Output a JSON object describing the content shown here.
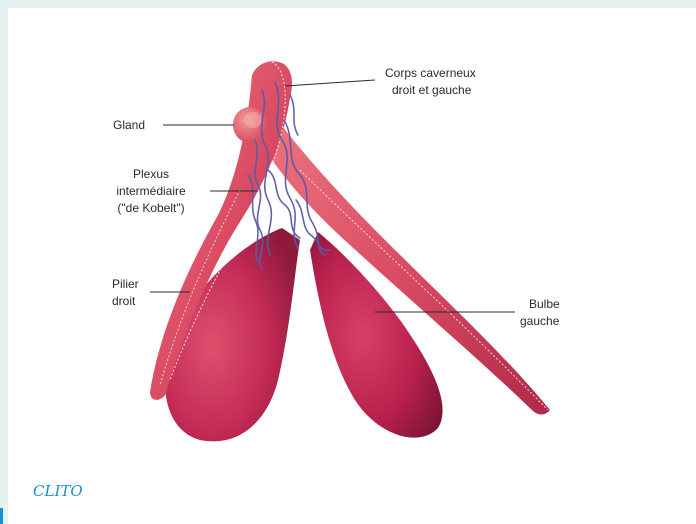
{
  "labels": {
    "corps_caverneux_line1": "Corps caverneux",
    "corps_caverneux_line2": "droit et gauche",
    "gland": "Gland",
    "plexus_line1": "Plexus",
    "plexus_line2": "intermédiaire",
    "plexus_line3": "(\"de Kobelt\")",
    "pilier_line1": "Pilier",
    "pilier_line2": "droit",
    "bulbe_line1": "Bulbe",
    "bulbe_line2": "gauche"
  },
  "caption": "CLITO",
  "colors": {
    "page_background": "#e4f2f2",
    "card_background": "#ffffff",
    "caption_text": "#1a8fc9",
    "accent_bar": "#1a8fc9",
    "erectile_tissue": "#d94a62",
    "bulb_tissue": "#c22a55",
    "vein": "#5a5aa8"
  },
  "icons": {
    "accent": "blue-accent-bar"
  }
}
